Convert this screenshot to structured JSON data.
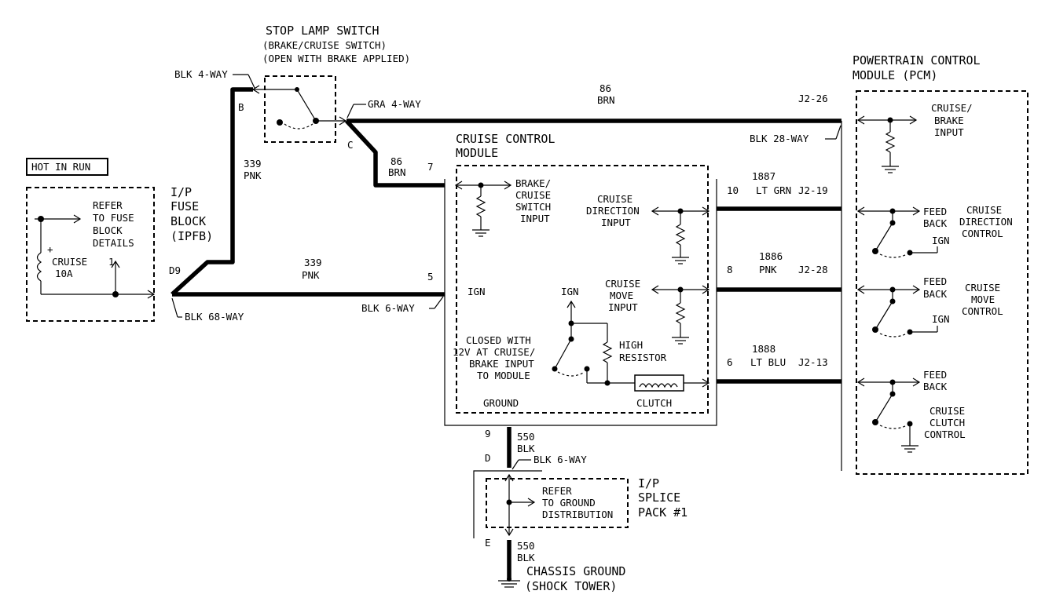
{
  "stop_lamp_switch": {
    "title": "STOP LAMP SWITCH",
    "sub1": "(BRAKE/CRUISE SWITCH)",
    "sub2": "(OPEN WITH BRAKE APPLIED)"
  },
  "connectors": {
    "blk_4way": "BLK 4-WAY",
    "gra_4way": "GRA 4-WAY",
    "blk_68way": "BLK 68-WAY",
    "blk_6way_top": "BLK 6-WAY",
    "blk_28way": "BLK 28-WAY",
    "blk_6way_bottom": "BLK 6-WAY"
  },
  "pins": {
    "b": "B",
    "c": "C",
    "d9": "D9",
    "p7": "7",
    "p5": "5",
    "p9": "9",
    "d": "D",
    "e": "E",
    "p10": "10",
    "p8": "8",
    "p6": "6",
    "j2_26": "J2-26",
    "j2_19": "J2-19",
    "j2_28": "J2-28",
    "j2_13": "J2-13",
    "pin1": "1"
  },
  "wires": {
    "w86_top_num": "86",
    "w86_top_color": "BRN",
    "w86_mid_num": "86",
    "w86_mid_color": "BRN",
    "w339_v_num": "339",
    "w339_v_color": "PNK",
    "w339_h_num": "339",
    "w339_h_color": "PNK",
    "w1887_num": "1887",
    "w1887_color": "LT GRN",
    "w1886_num": "1886",
    "w1886_color": "PNK",
    "w1888_num": "1888",
    "w1888_color": "LT BLU",
    "w550a_num": "550",
    "w550a_color": "BLK",
    "w550b_num": "550",
    "w550b_color": "BLK"
  },
  "hot_in_run": "HOT IN RUN",
  "fuse_box": {
    "refer1": "REFER",
    "refer2": "TO FUSE",
    "refer3": "BLOCK",
    "refer4": "DETAILS",
    "fuse_name": "CRUISE",
    "fuse_rating": "10A",
    "plus": "+"
  },
  "ipfb": {
    "l1": "I/P",
    "l2": "FUSE",
    "l3": "BLOCK",
    "l4": "(IPFB)"
  },
  "ccm": {
    "title1": "CRUISE CONTROL",
    "title2": "MODULE",
    "brake_input1": "BRAKE/",
    "brake_input2": "CRUISE",
    "brake_input3": "SWITCH",
    "brake_input4": "INPUT",
    "dir1": "CRUISE",
    "dir2": "DIRECTION",
    "dir3": "INPUT",
    "move1": "CRUISE",
    "move2": "MOVE",
    "move3": "INPUT",
    "ign_left": "IGN",
    "ign_top": "IGN",
    "closed1": "CLOSED WITH",
    "closed2": "12V AT CRUISE/",
    "closed3": "BRAKE INPUT",
    "closed4": "TO MODULE",
    "high1": "HIGH",
    "high2": "RESISTOR",
    "ground": "GROUND",
    "clutch": "CLUTCH"
  },
  "pcm": {
    "title1": "POWERTRAIN CONTROL",
    "title2": "MODULE (PCM)",
    "cb1": "CRUISE/",
    "cb2": "BRAKE",
    "cb3": "INPUT",
    "fb1a": "FEED",
    "fb1b": "BACK",
    "cdc1": "CRUISE",
    "cdc2": "DIRECTION",
    "cdc3": "CONTROL",
    "ign1": "IGN",
    "fb2a": "FEED",
    "fb2b": "BACK",
    "cmc1": "CRUISE",
    "cmc2": "MOVE",
    "cmc3": "CONTROL",
    "ign2": "IGN",
    "fb3a": "FEED",
    "fb3b": "BACK",
    "ccc1": "CRUISE",
    "ccc2": "CLUTCH",
    "ccc3": "CONTROL"
  },
  "splice": {
    "refer1": "REFER",
    "refer2": "TO GROUND",
    "refer3": "DISTRIBUTION",
    "title1": "I/P",
    "title2": "SPLICE",
    "title3": "PACK #1"
  },
  "chassis": {
    "l1": "CHASSIS GROUND",
    "l2": "(SHOCK TOWER)"
  }
}
